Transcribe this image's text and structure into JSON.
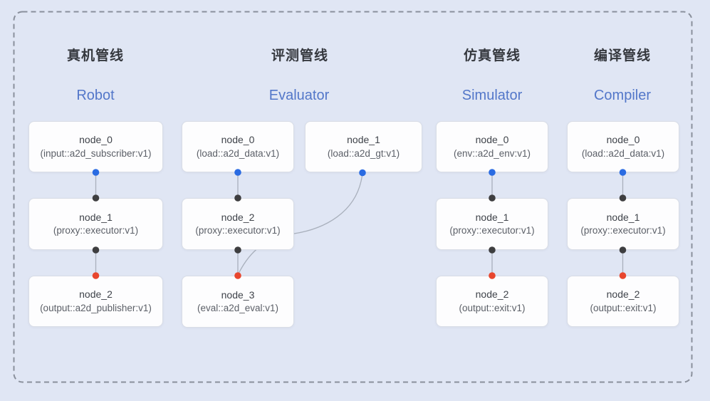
{
  "canvas": {
    "background": "#e0e6f4",
    "border_color": "#8a909c"
  },
  "colors": {
    "zh_title": "#35383e",
    "en_title": "#5377c9",
    "edge": "#a9b0bc",
    "port_blue": "#2a6be2",
    "port_black": "#3e3e40",
    "port_red": "#e8462e",
    "node_bg": "#fdfdfe",
    "node_border": "#d9dde6"
  },
  "pipelines": [
    {
      "zh": "真机管线",
      "en": "Robot",
      "nodes": [
        {
          "title": "node_0",
          "subtitle": "(input::a2d_subscriber:v1)"
        },
        {
          "title": "node_1",
          "subtitle": "(proxy::executor:v1)"
        },
        {
          "title": "node_2",
          "subtitle": "(output::a2d_publisher:v1)"
        }
      ]
    },
    {
      "zh": "评测管线",
      "en": "Evaluator",
      "nodes": [
        {
          "title": "node_0",
          "subtitle": "(load::a2d_data:v1)"
        },
        {
          "title": "node_1",
          "subtitle": "(load::a2d_gt:v1)"
        },
        {
          "title": "node_2",
          "subtitle": "(proxy::executor:v1)"
        },
        {
          "title": "node_3",
          "subtitle": "(eval::a2d_eval:v1)"
        }
      ]
    },
    {
      "zh": "仿真管线",
      "en": "Simulator",
      "nodes": [
        {
          "title": "node_0",
          "subtitle": "(env::a2d_env:v1)"
        },
        {
          "title": "node_1",
          "subtitle": "(proxy::executor:v1)"
        },
        {
          "title": "node_2",
          "subtitle": "(output::exit:v1)"
        }
      ]
    },
    {
      "zh": "编译管线",
      "en": "Compiler",
      "nodes": [
        {
          "title": "node_0",
          "subtitle": "(load::a2d_data:v1)"
        },
        {
          "title": "node_1",
          "subtitle": "(proxy::executor:v1)"
        },
        {
          "title": "node_2",
          "subtitle": "(output::exit:v1)"
        }
      ]
    }
  ]
}
